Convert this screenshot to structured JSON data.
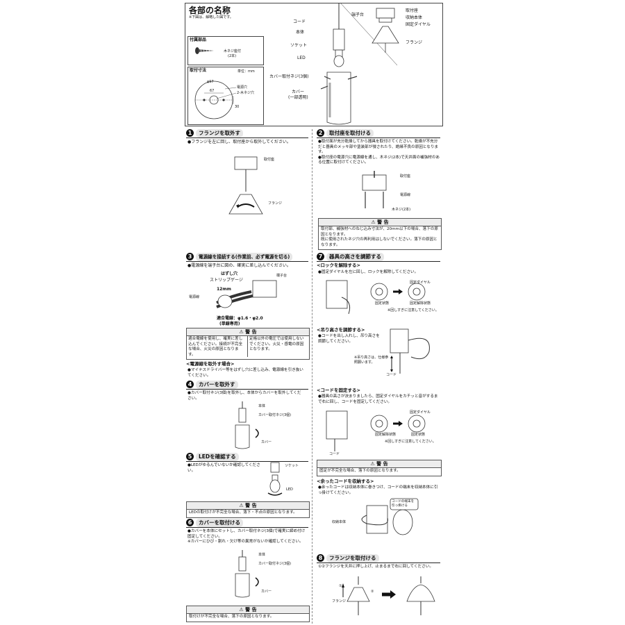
{
  "header": {
    "title": "各部の名称",
    "note": "※下図は、解略した図です。"
  },
  "parts_labels": {
    "cord": "コード",
    "body": "本体",
    "socket": "ソケット",
    "led": "LED",
    "cover_screw": "カバー取付ネジ(3個)",
    "cover": "カバー",
    "cover_sub": "(一部透明)",
    "terminal": "端子台",
    "mount_base": "取付座",
    "storage_body": "収納本体",
    "fixing_dial": "固定ダイヤル",
    "flange": "フランジ"
  },
  "accessories": {
    "title": "付属部品",
    "item": "木ネジ座付",
    "count": "(2本)"
  },
  "dimensions": {
    "title": "取付寸法",
    "unit": "単位：mm",
    "d1": "φ97",
    "d2": "67",
    "d3": "30",
    "hole_label": "電源穴",
    "screw_label": "2-木ネジ穴"
  },
  "steps": {
    "s1": {
      "num": "1",
      "title": "フランジを取外す",
      "text": "●フランジを左に回し、取付座から取外してください。",
      "l1": "取付座",
      "l2": "フランジ"
    },
    "s2": {
      "num": "2",
      "title": "取付座を取付ける",
      "text": "●取付面が充分乾燥してから器具を取付けてください。乾燥が不充分だと器具のメッキ部や塗装部が侵されたり、絶縁不良の原因となります。\n●取付座の電源穴に電源線を通し、木ネジ(2本)で天井面の補強材のある位置に取付けてください。",
      "l1": "取付座",
      "l2": "電源線",
      "l3": "木ネジ(2本)",
      "warn_title": "⚠ 警 告",
      "warn_text": "取付部、補強材へのねじ込み寸法が、20mm以下の場合、落下の原因となります。\n既に使用されたネジ穴の再利用はしないでください。落下の原因となります。"
    },
    "s3": {
      "num": "3",
      "title": "電源線を接続する(作業前、必ず電源を切る)",
      "text": "●電源線を端子台に図の、確実に差し込んでください。",
      "l_hazushi": "はずし穴",
      "l_strip": "ストリップゲージ",
      "l_terminal": "端子台",
      "l_12": "12mm",
      "l_wire": "電源線",
      "l_fit": "適合電線：φ1.6・φ2.0",
      "l_fit2": "(単線専用)",
      "warn_title": "⚠ 警 告",
      "warn_text_left": "適合電線を使用し、確実に差し込んでください。接続が不完全な場合、火災の原因となります。",
      "warn_text_right": "定格以外の電圧では使用しないでください。火災・感電の原因となります。",
      "remove_title": "<電源線を取外す場合>",
      "remove_text": "●マイナスドライバー等をはずし穴に差し込み、電源線を引き抜いてください。"
    },
    "s4": {
      "num": "4",
      "title": "カバーを取外す",
      "text": "●カバー取付ネジ(3個)を取外し、本体からカバーを取外してください。",
      "l1": "本体",
      "l2": "カバー取付ネジ(3個)",
      "l3": "カバー"
    },
    "s5": {
      "num": "5",
      "title": "LEDを確認する",
      "text": "●LEDがゆるんでいないか確認してください。",
      "l1": "ソケット",
      "l2": "LED",
      "warn_title": "⚠ 警 告",
      "warn_text": "LEDの取付けが不完全な場合、落下・不点の原因となります。"
    },
    "s6": {
      "num": "6",
      "title": "カバーを取付ける",
      "text": "●カバーを本体にセットし、カバー取付ネジ(3個)で確実に締め付け固定してください。\n※カバーにひび・割れ・欠け等の異常がないか確認してください。",
      "l1": "本体",
      "l2": "カバー取付ネジ(3個)",
      "l3": "カバー",
      "warn_title": "⚠ 警 告",
      "warn_text": "取付けが不完全な場合、落下の原因となります。"
    },
    "s7": {
      "num": "7",
      "title": "器具の高さを調節する",
      "lock_title": "<ロックを解除する>",
      "lock_text": "●固定ダイヤルを左に回し、ロックを解除してください。",
      "lock_l1": "固定ダイヤル",
      "lock_l2": "固定状態",
      "lock_l3": "固定解除状態",
      "lock_note": "※回しすぎに注意してください。",
      "height_title": "<吊り高さを調節する>",
      "height_text": "●コードを出し入れし、吊り高さを調節してください。",
      "height_note": "※吊り高さは、仕様参照願います。",
      "height_cord": "コード",
      "fix_title": "<コードを固定する>",
      "fix_text": "●器具の高さが決まりましたら、固定ダイヤルをカチッと音がするまで右に回し、コードを固定してください。",
      "fix_l1": "固定ダイヤル",
      "fix_l2": "固定解除状態",
      "fix_l3": "固定状態",
      "fix_note": "※回しすぎに注意してください。",
      "fix_cord": "コード",
      "warn_title": "⚠ 警 告",
      "warn_text": "固定が不完全な場合、落下の原因となります。",
      "store_title": "<余ったコードを収納する>",
      "store_text": "●余ったコードは収納本体に巻きつけ、コードの端末を収納本体に引っ掛けてください。",
      "store_l1": "収納本体",
      "store_l2": "コードの端末を引っ掛ける"
    },
    "s8": {
      "num": "8",
      "title": "フランジを取付ける",
      "text": "①②フランジを天井に押し上げ、止まるまで右に回してください。",
      "l1": "フランジ",
      "c1": "①",
      "c2": "②"
    }
  }
}
